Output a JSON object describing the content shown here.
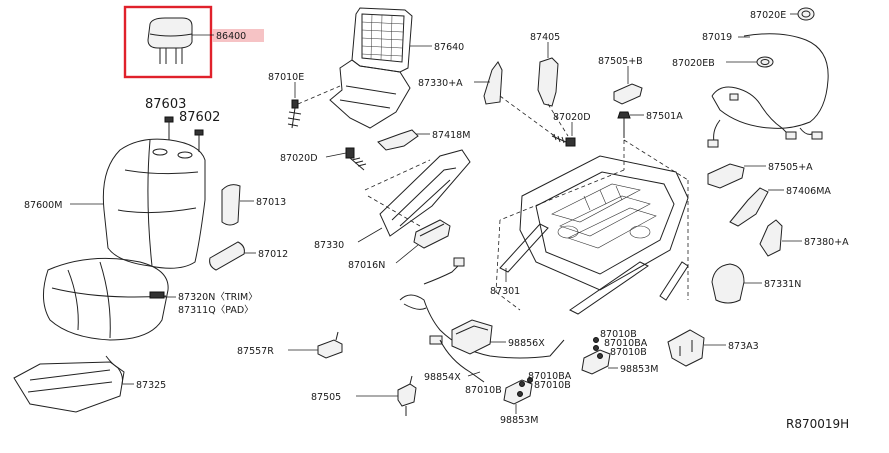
{
  "highlight": {
    "part": "86400",
    "color": "#e0212b",
    "tag_color": "#f6c3c5"
  },
  "labels": {
    "p86400": "86400",
    "p87640": "87640",
    "p87010E": "87010E",
    "p87603": "87603",
    "p87602": "87602",
    "p87600M": "87600M",
    "p87013": "87013",
    "p87012": "87012",
    "p87320N": "87320N〈TRIM〉",
    "p87311Q": "87311Q〈PAD〉",
    "p87325": "87325",
    "p87557R": "87557R",
    "p87505": "87505",
    "p87020D_l": "87020D",
    "p87418M": "87418M",
    "p87330": "87330",
    "p87016N": "87016N",
    "p87405": "87405",
    "p87330A": "87330+A",
    "p87020D_r": "87020D",
    "p87505B": "87505+B",
    "p87501A": "87501A",
    "p87301": "87301",
    "p98856X": "98856X",
    "p98854X": "98854X",
    "p87010B_a": "87010B",
    "p87010BA_a": "87010BA",
    "p87010B_b": "87010B",
    "p98853M_a": "98853M",
    "p87010BA_b": "87010BA",
    "p87010B_c": "87010B",
    "p87010B_d": "87010B",
    "p98853M_b": "98853M",
    "p87020E": "87020E",
    "p87019": "87019",
    "p87020EB": "87020EB",
    "p87505A": "87505+A",
    "p87406MA": "87406MA",
    "p87380A": "87380+A",
    "p87331N": "87331N",
    "p873A3": "873A3"
  },
  "reference": "R870019H"
}
